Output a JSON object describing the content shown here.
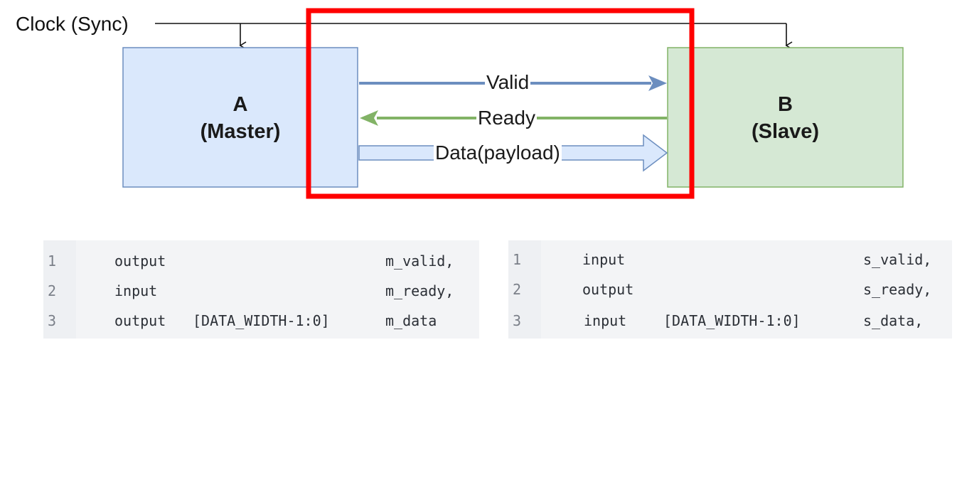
{
  "clock_label": "Clock (Sync)",
  "master": {
    "name": "A",
    "role": "(Master)"
  },
  "slave": {
    "name": "B",
    "role": "(Slave)"
  },
  "signals": {
    "valid": "Valid",
    "ready": "Ready",
    "data": "Data(payload)"
  },
  "colors": {
    "master_fill": "#dae8fc",
    "master_stroke": "#6c8ebf",
    "slave_fill": "#d5e8d4",
    "slave_stroke": "#82b366",
    "valid_arrow": "#6c8ebf",
    "ready_arrow": "#82b366",
    "highlight_box": "#ff0000"
  },
  "master_code": [
    {
      "line": "1",
      "dir": "output",
      "width": "",
      "name": "m_valid,"
    },
    {
      "line": "2",
      "dir": "input",
      "width": "",
      "name": "m_ready,"
    },
    {
      "line": "3",
      "dir": "output",
      "width": "[DATA_WIDTH-1:0]",
      "name": "m_data"
    }
  ],
  "slave_code": [
    {
      "line": "1",
      "dir": "input",
      "width": "",
      "name": "s_valid,"
    },
    {
      "line": "2",
      "dir": "output",
      "width": "",
      "name": "s_ready,"
    },
    {
      "line": "3",
      "dir": "input",
      "width": "[DATA_WIDTH-1:0]",
      "name": "s_data,"
    }
  ]
}
